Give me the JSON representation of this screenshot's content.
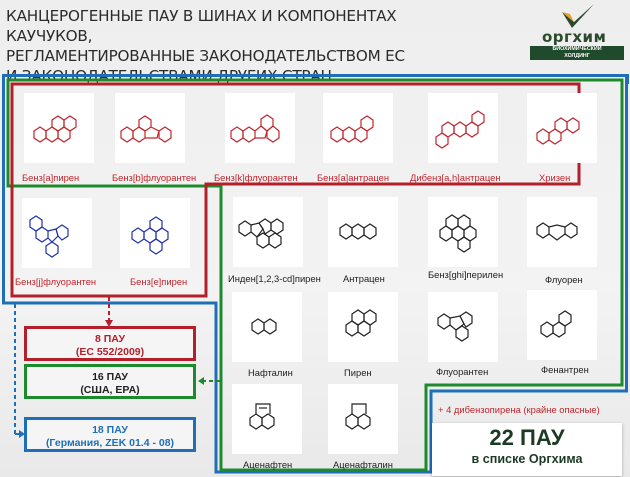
{
  "header": {
    "title": "КАНЦЕРОГЕННЫЕ ПАУ В ШИНАХ И КОМПОНЕНТАХ КАУЧУКОВ,\nРЕГЛАМЕНТИРОВАННЫЕ ЗАКОНОДАТЕЛЬСТВОМ ЕС\nИ ЗАКОНОДАТЕЛЬСТВАМИ ДРУГИХ СТРАН",
    "logo": {
      "brand": "оргхим",
      "tagline_line1": "БИОХИМИЧЕСКИЙ",
      "tagline_line2": "ХОЛДИНГ"
    }
  },
  "colors": {
    "eu": "#b4202a",
    "usa": "#1e8a2e",
    "germany": "#1f6fb8",
    "text_dark": "#1c3a24",
    "benz_j_e": "#2233aa"
  },
  "compounds": {
    "eu_group": [
      {
        "name": "Бенз[a]пирен",
        "icon": "benzo-a-pyrene-structure"
      },
      {
        "name": "Бенз[b]флуорантен",
        "icon": "benzo-b-fluoranthene-structure"
      },
      {
        "name": "Бенз[k]флуорантен",
        "icon": "benzo-k-fluoranthene-structure"
      },
      {
        "name": "Бенз[a]антрацен",
        "icon": "benz-a-anthracene-structure"
      },
      {
        "name": "Дибенз[a,h]антрацен",
        "icon": "dibenz-a-h-anthracene-structure"
      },
      {
        "name": "Хризен",
        "icon": "chrysene-structure"
      }
    ],
    "eu_group_extra": [
      {
        "name": "Бенз[j]флуорантен",
        "icon": "benzo-j-fluoranthene-structure"
      },
      {
        "name": "Бенз[e]пирен",
        "icon": "benzo-e-pyrene-structure"
      }
    ],
    "usa_group": [
      {
        "name": "Инден[1,2,3-cd]пирен",
        "icon": "indeno-pyrene-structure"
      },
      {
        "name": "Антрацен",
        "icon": "anthracene-structure"
      },
      {
        "name": "Бенз[ghi]перилен",
        "icon": "benzo-ghi-perylene-structure"
      },
      {
        "name": "Флуорен",
        "icon": "fluorene-structure"
      },
      {
        "name": "Нафталин",
        "icon": "naphthalene-structure"
      },
      {
        "name": "Пирен",
        "icon": "pyrene-structure"
      },
      {
        "name": "Флуорантен",
        "icon": "fluoranthene-structure"
      },
      {
        "name": "Фенантрен",
        "icon": "phenanthrene-structure"
      }
    ],
    "germany_group": [
      {
        "name": "Аценафтен",
        "icon": "acenaphthene-structure"
      },
      {
        "name": "Аценафталин",
        "icon": "acenaphthylene-structure"
      }
    ]
  },
  "legend": {
    "eu": {
      "count": "8 ПАУ",
      "source": "(ЕС 552/2009)"
    },
    "usa": {
      "count": "16 ПАУ",
      "source": "(США, EPA)"
    },
    "germany": {
      "count": "18 ПАУ",
      "source": "(Германия, ZEK 01.4 - 08)"
    }
  },
  "summary": {
    "note": "+ 4 дибензопирена (крайне опасные)",
    "total": "22 ПАУ",
    "subtitle": "в списке Оргхима"
  }
}
